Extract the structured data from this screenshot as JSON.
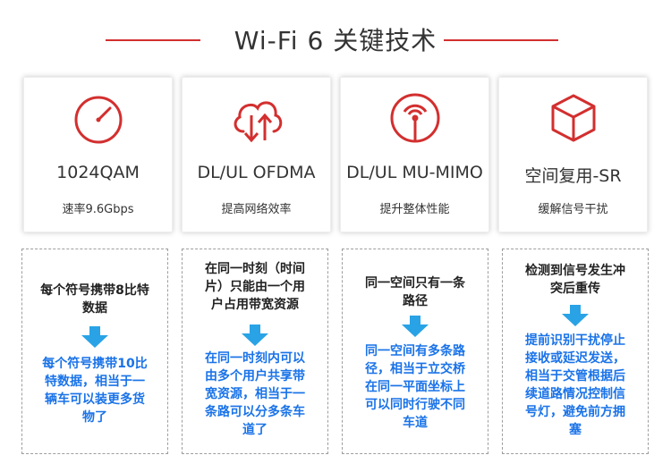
{
  "title": "Wi-Fi 6 关键技术",
  "colors": {
    "accent": "#d32f2f",
    "text": "#333333",
    "blue": "#1a73e8",
    "arrow": "#29a3e6"
  },
  "cards": [
    {
      "icon": "speedometer-icon",
      "name": "1024QAM",
      "desc": "速率9.6Gbps"
    },
    {
      "icon": "cloud-updown-icon",
      "name": "DL/UL OFDMA",
      "desc": "提高网络效率"
    },
    {
      "icon": "antenna-signal-icon",
      "name": "DL/UL MU-MIMO",
      "desc": "提升整体性能"
    },
    {
      "icon": "cube-icon",
      "name": "空间复用-SR",
      "desc": "缓解信号干扰"
    }
  ],
  "panels": [
    {
      "before": [
        "每个符号携带8比特",
        "数据"
      ],
      "after": [
        "每个符号携带10比",
        "特数据，相当于一",
        "辆车可以装更多货",
        "物了"
      ]
    },
    {
      "before": [
        "在同一时刻（时间",
        "片）只能由一个用",
        "户占用带宽资源"
      ],
      "after": [
        "在同一时刻内可以",
        "由多个用户共享带",
        "宽资源，相当于一",
        "条路可以分多条车",
        "道了"
      ]
    },
    {
      "before": [
        "同一空间只有一条",
        "路径"
      ],
      "after": [
        "同一空间有多条路",
        "径，相当于立交桥",
        "在同一平面坐标上",
        "可以同时行驶不同",
        "车道"
      ]
    },
    {
      "before": [
        "检测到信号发生冲",
        "突后重传"
      ],
      "after": [
        "提前识别干扰停止",
        "接收或延迟发送，",
        "相当于交管根据后",
        "续道路情况控制信",
        "号灯，避免前方拥",
        "塞"
      ]
    }
  ]
}
